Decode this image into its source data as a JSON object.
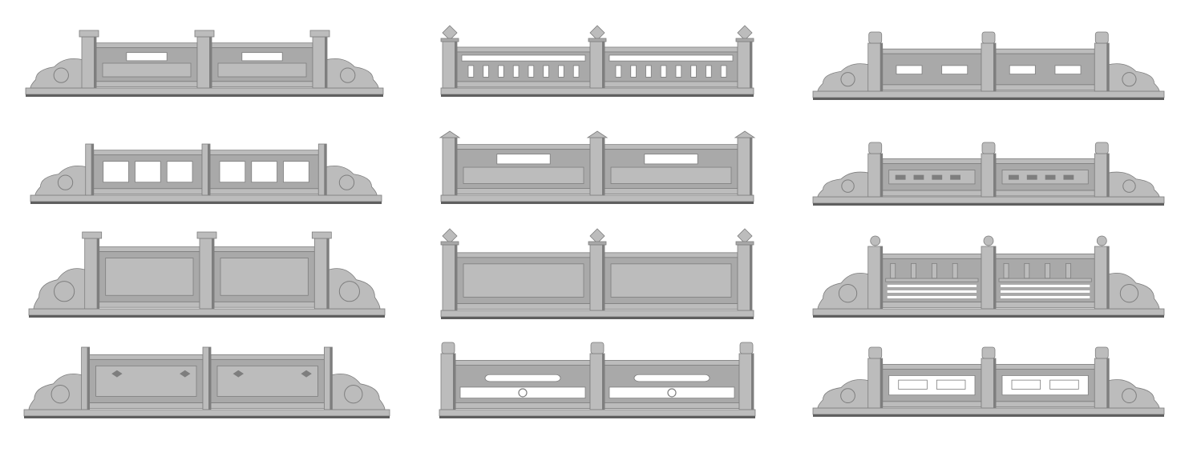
{
  "gallery": {
    "columns": 3,
    "rows": 4,
    "items": [
      {
        "style": "square-posts-cloud-ends-window-panels"
      },
      {
        "style": "diamond-caps-vertical-balusters"
      },
      {
        "style": "round-caps-cloud-ends-rectangular-openings"
      },
      {
        "style": "thin-posts-cloud-ends-open-frames"
      },
      {
        "style": "pyramid-caps-window-panels"
      },
      {
        "style": "round-caps-cloud-ends-fret-panels"
      },
      {
        "style": "square-posts-cloud-ends-solid-panels"
      },
      {
        "style": "diamond-caps-solid-panels"
      },
      {
        "style": "finial-caps-cloud-ends-vase-balusters"
      },
      {
        "style": "thin-posts-cloud-ends-carved-panels"
      },
      {
        "style": "round-caps-scroll-panels"
      },
      {
        "style": "round-caps-cloud-ends-lattice-panels"
      }
    ]
  },
  "colors": {
    "background": "#ffffff",
    "stone": "#a9a9a9",
    "stone_light": "#bcbcbc",
    "stone_dark": "#7e7e7e",
    "shadow": "#5f5f5f"
  }
}
